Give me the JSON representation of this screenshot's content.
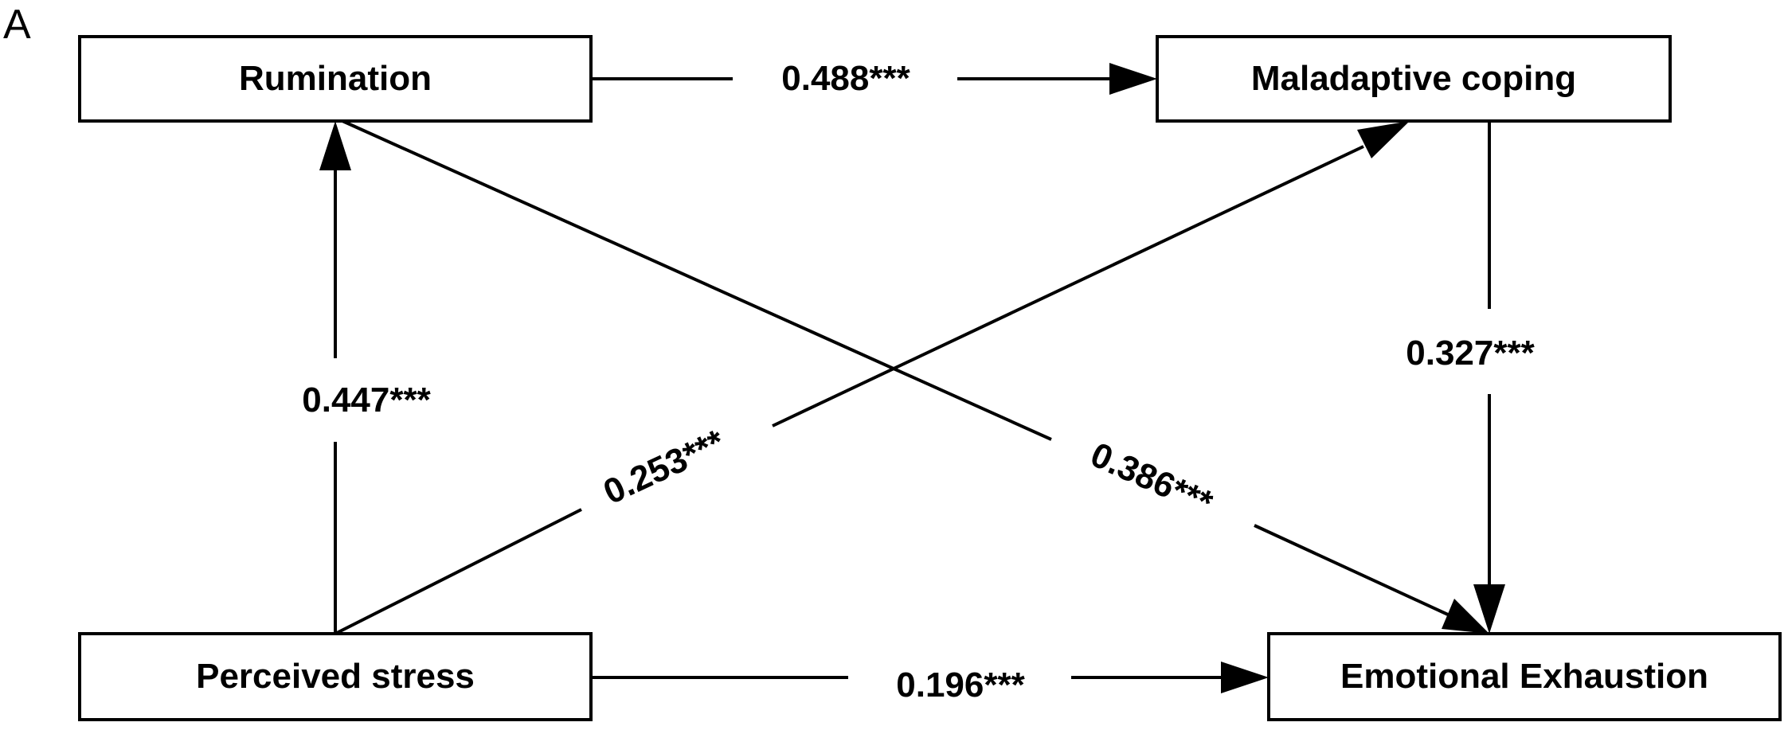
{
  "panel_label": "A",
  "nodes": {
    "rumination": "Rumination",
    "maladaptive_coping": "Maladaptive coping",
    "perceived_stress": "Perceived stress",
    "emotional_exhaustion": "Emotional Exhaustion"
  },
  "paths": {
    "rumination_to_maladaptive": "0.488***",
    "stress_to_rumination": "0.447***",
    "stress_to_maladaptive": "0.253***",
    "rumination_to_exhaustion": "0.386***",
    "maladaptive_to_exhaustion": "0.327***",
    "stress_to_exhaustion": "0.196***"
  }
}
